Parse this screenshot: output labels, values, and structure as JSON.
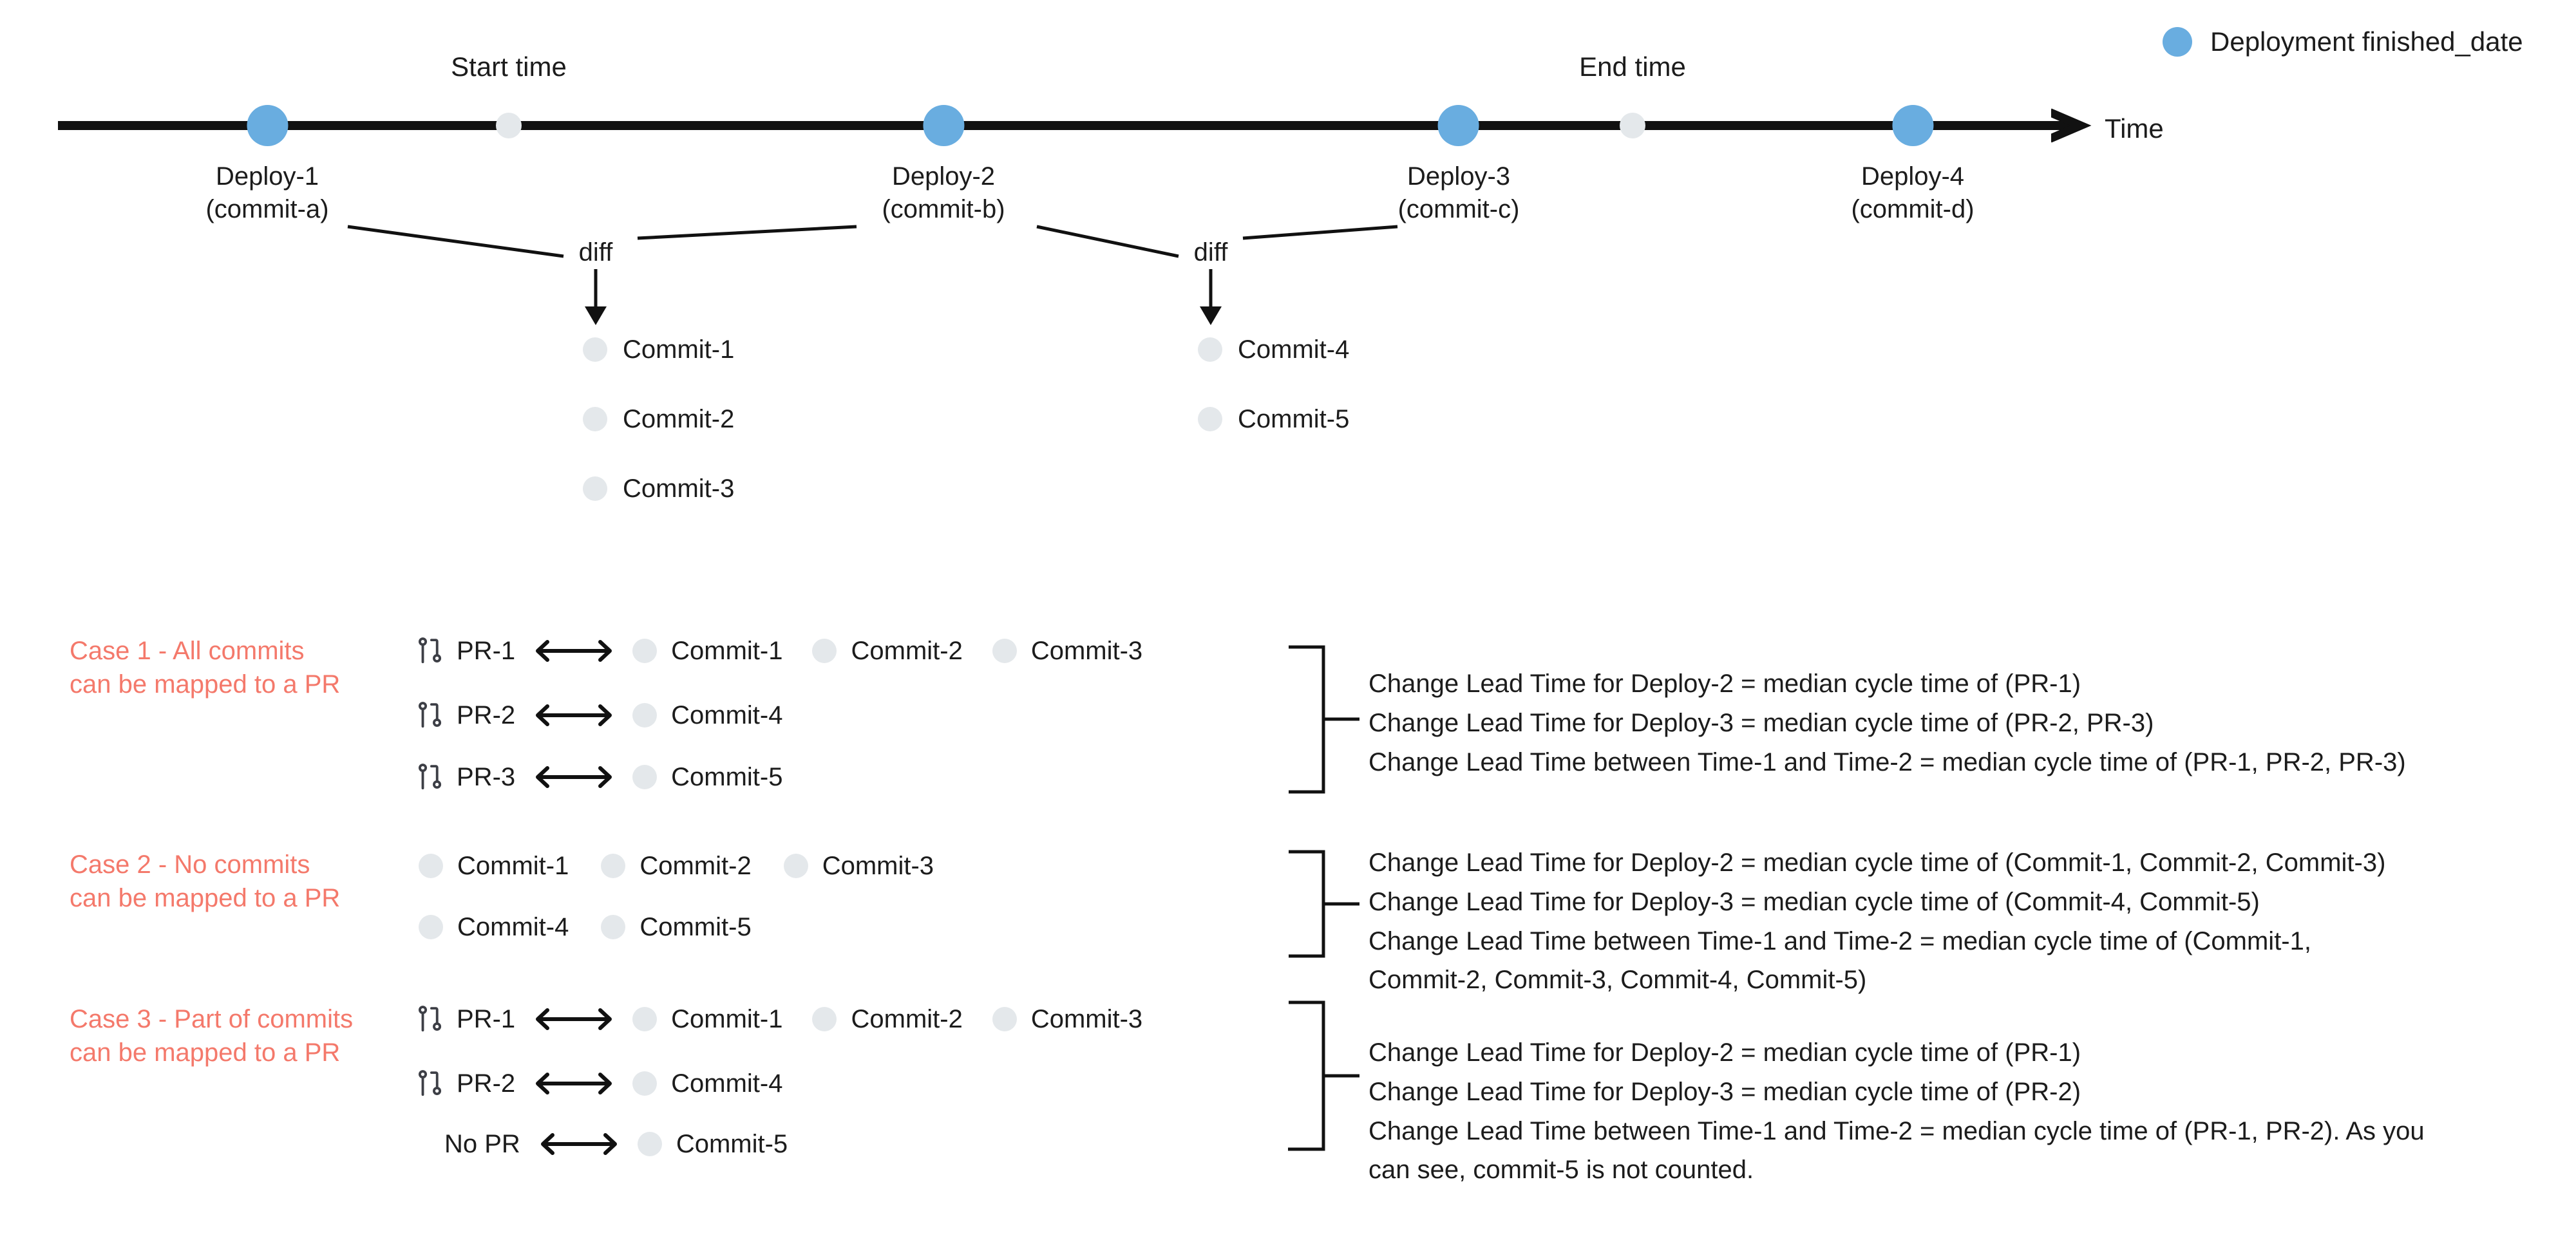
{
  "legend": {
    "icon": "blue-circle",
    "label": "Deployment finished_date",
    "color": "#69ade0"
  },
  "timeline": {
    "axis_label": "Time",
    "start_marker_label": "Start time",
    "end_marker_label": "End time",
    "deploy_color": "#69ade0",
    "commit_color": "#e4e8eb",
    "nodes": [
      {
        "type": "deploy",
        "name": "Deploy-1",
        "commit": "(commit-a)"
      },
      {
        "type": "marker",
        "name": "Start time"
      },
      {
        "type": "deploy",
        "name": "Deploy-2",
        "commit": "(commit-b)"
      },
      {
        "type": "deploy",
        "name": "Deploy-3",
        "commit": "(commit-c)"
      },
      {
        "type": "marker",
        "name": "End time"
      },
      {
        "type": "deploy",
        "name": "Deploy-4",
        "commit": "(commit-d)"
      }
    ]
  },
  "diffs": [
    {
      "label": "diff",
      "commits": [
        "Commit-1",
        "Commit-2",
        "Commit-3"
      ]
    },
    {
      "label": "diff",
      "commits": [
        "Commit-4",
        "Commit-5"
      ]
    }
  ],
  "cases": [
    {
      "title_line1": "Case 1 - All commits",
      "title_line2": "can be mapped to a PR",
      "rows": [
        {
          "pr": "PR-1",
          "has_icon": true,
          "commits": [
            "Commit-1",
            "Commit-2",
            "Commit-3"
          ]
        },
        {
          "pr": "PR-2",
          "has_icon": true,
          "commits": [
            "Commit-4"
          ]
        },
        {
          "pr": "PR-3",
          "has_icon": true,
          "commits": [
            "Commit-5"
          ]
        }
      ],
      "explanation": "Change Lead Time for Deploy-2 = median cycle time of (PR-1)\nChange Lead Time for Deploy-3 = median cycle time of (PR-2, PR-3)\nChange Lead Time between Time-1 and Time-2 = median cycle time of (PR-1, PR-2, PR-3)"
    },
    {
      "title_line1": "Case 2 - No commits",
      "title_line2": "can be mapped to a PR",
      "rows": [
        {
          "pr": "",
          "has_icon": false,
          "commits": [
            "Commit-1",
            "Commit-2",
            "Commit-3"
          ]
        },
        {
          "pr": "",
          "has_icon": false,
          "commits": [
            "Commit-4",
            "Commit-5"
          ]
        }
      ],
      "explanation": "Change Lead Time for Deploy-2 = median cycle time of (Commit-1, Commit-2, Commit-3)\nChange Lead Time for Deploy-3 = median cycle time of (Commit-4, Commit-5)\nChange Lead Time between Time-1 and Time-2 = median cycle time of (Commit-1,\nCommit-2, Commit-3, Commit-4, Commit-5)"
    },
    {
      "title_line1": "Case 3 - Part of commits",
      "title_line2": "can be mapped to a PR",
      "rows": [
        {
          "pr": "PR-1",
          "has_icon": true,
          "commits": [
            "Commit-1",
            "Commit-2",
            "Commit-3"
          ]
        },
        {
          "pr": "PR-2",
          "has_icon": true,
          "commits": [
            "Commit-4"
          ]
        },
        {
          "pr": "No PR",
          "has_icon": false,
          "commits": [
            "Commit-5"
          ]
        }
      ],
      "explanation": "Change Lead Time for Deploy-2 = median cycle time of (PR-1)\nChange Lead Time for Deploy-3 = median cycle time of (PR-2)\nChange Lead Time between Time-1 and Time-2 = median cycle time of (PR-1, PR-2). As you\ncan see, commit-5 is not counted."
    }
  ],
  "colors": {
    "accent_blue": "#69ade0",
    "commit_gray": "#e4e8eb",
    "case_red": "#f4796b",
    "ink": "#1c1c1c"
  }
}
